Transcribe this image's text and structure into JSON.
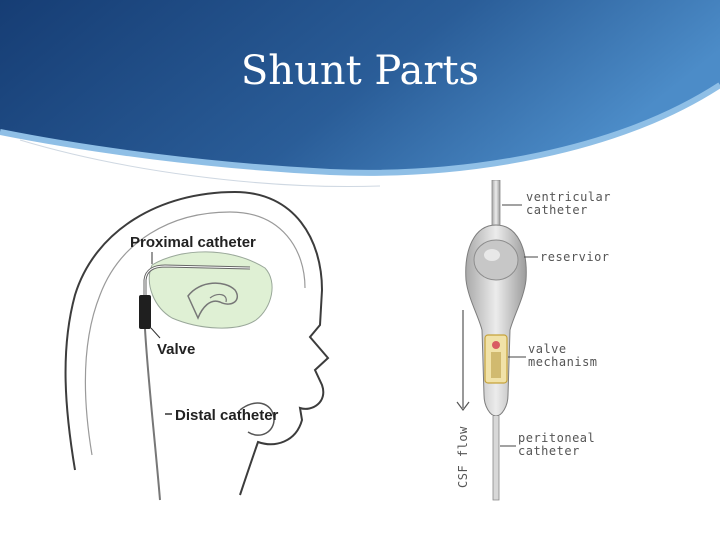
{
  "slide": {
    "title": "Shunt Parts",
    "colors": {
      "banner_dark": "#163d74",
      "banner_light": "#3f7fc0",
      "brain": "#dff0d4"
    }
  },
  "head_diagram": {
    "labels": {
      "proximal": "Proximal catheter",
      "valve": "Valve",
      "distal": "Distal catheter"
    }
  },
  "shunt_diagram": {
    "labels": {
      "ventricular_1": "ventricular",
      "ventricular_2": "catheter",
      "reservoir": "reservior",
      "valve_1": "valve",
      "valve_2": "mechanism",
      "peritoneal_1": "peritoneal",
      "peritoneal_2": "catheter",
      "csf": "CSF flow"
    }
  }
}
